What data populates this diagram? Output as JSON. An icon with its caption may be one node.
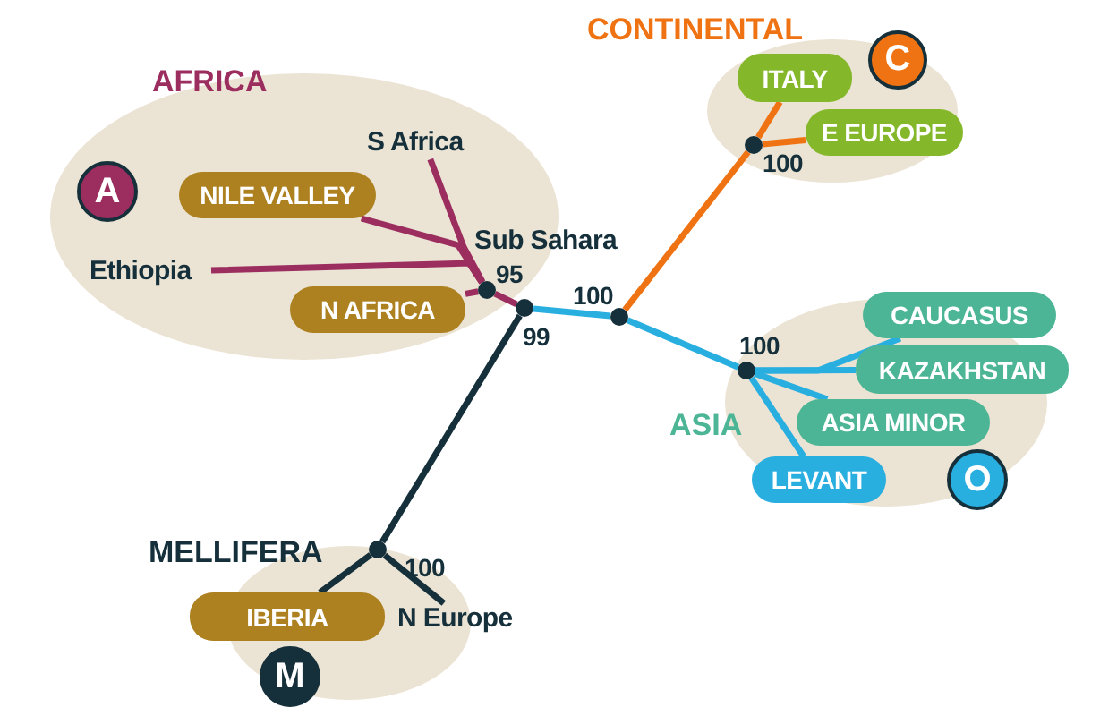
{
  "diagram": {
    "nodes": [
      {
        "text": [
          "CONTINENTAL"
        ]
      },
      {
        "text": [
          "ITALY"
        ],
        "in": 0
      },
      {
        "text": [
          "C"
        ],
        "in": 0
      },
      {
        "text": [],
        "shape": "circle",
        "in": 0
      },
      {
        "text": [
          "E EUROPE"
        ],
        "in": 0
      },
      {
        "text": [
          "AFRICA"
        ]
      },
      {
        "text": [
          "S Africa"
        ],
        "in": 5
      },
      {
        "text": [
          "A"
        ],
        "in": 5
      },
      {
        "text": [
          "NILE VALLEY"
        ],
        "in": 5
      },
      {
        "text": [
          "Ethiopia"
        ],
        "in": 5
      },
      {
        "text": [],
        "shape": "circle",
        "in": 5
      },
      {
        "text": [
          "N AFRICA"
        ],
        "in": 5
      },
      {
        "text": [],
        "shape": "circle"
      },
      {
        "text": [],
        "shape": "circle"
      },
      {
        "text": [
          "ASIA"
        ]
      },
      {
        "text": [
          "CAUCASUS"
        ],
        "in": 14
      },
      {
        "text": [],
        "shape": "circle",
        "in": 14
      },
      {
        "text": [
          "KAZAKHSTAN"
        ],
        "in": 14
      },
      {
        "text": [
          "ASIA MINOR"
        ],
        "in": 14
      },
      {
        "text": [
          "LEVANT"
        ],
        "in": 14
      },
      {
        "text": [
          "O"
        ],
        "in": 14
      },
      {
        "text": [
          "MELLIFERA"
        ]
      },
      {
        "text": [],
        "shape": "circle",
        "in": 21
      },
      {
        "text": [
          "IBERIA"
        ]
      },
      {
        "text": [
          "N Europe"
        ],
        "in": 21
      },
      {
        "text": [
          "M"
        ],
        "in": 21
      }
    ],
    "edges": [
      {
        "from": 10,
        "to": 6,
        "arrow": "none",
        "color": "#9b2d5f"
      },
      {
        "from": 10,
        "to": 8,
        "arrow": "none",
        "color": "#9b2d5f"
      },
      {
        "from": 10,
        "to": 9,
        "arrow": "none",
        "color": "#9b2d5f"
      },
      {
        "from": 10,
        "to": 11,
        "arrow": "none",
        "color": "#9b2d5f"
      },
      {
        "from": 12,
        "to": 10,
        "arrow": "none",
        "color": "#9b2d5f"
      },
      {
        "from": 12,
        "to": 13,
        "arrow": "none"
      },
      {
        "from": 12,
        "to": 22,
        "arrow": "none",
        "color": "#15303b"
      },
      {
        "from": 13,
        "to": 3,
        "arrow": "none",
        "color": "#ef7312"
      },
      {
        "from": 3,
        "to": 1,
        "arrow": "none",
        "color": "#ef7312"
      },
      {
        "from": 3,
        "to": 4,
        "arrow": "none",
        "color": "#ef7312"
      },
      {
        "from": 13,
        "to": 16,
        "arrow": "none"
      },
      {
        "from": 16,
        "to": 15,
        "arrow": "none"
      },
      {
        "from": 16,
        "to": 17,
        "arrow": "none"
      },
      {
        "from": 16,
        "to": 18,
        "arrow": "none"
      },
      {
        "from": 16,
        "to": 19,
        "arrow": "none"
      },
      {
        "from": 22,
        "to": 23,
        "arrow": "none",
        "color": "#15303b"
      },
      {
        "from": 22,
        "to": 24,
        "arrow": "none",
        "color": "#15303b"
      }
    ],
    "labels": [
      "100",
      "Sub Sahara",
      "95",
      "100",
      "99",
      "100",
      "100"
    ]
  }
}
